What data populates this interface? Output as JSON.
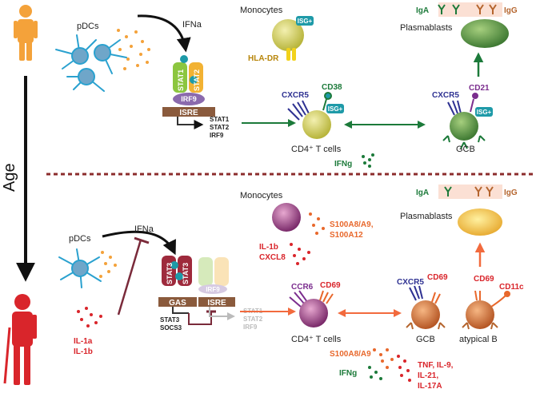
{
  "left": {
    "age_label": "Age"
  },
  "colors": {
    "young_person": "#f4a23a",
    "old_person": "#d9252b",
    "green_arrow": "#1c7a3a",
    "orange_arrow": "#f26a3d",
    "divider": "#8b2c2c",
    "blue_receptor": "#2e3192",
    "purple_receptor": "#7b2d8e",
    "orange_text": "#e8682c",
    "red_text": "#d9252b",
    "teal": "#1e9aa8"
  },
  "top": {
    "pdcs": "pDCs",
    "ifna": "IFNa",
    "stat1": "STAT1",
    "stat2": "STAT2",
    "irf9": "IRF9",
    "isre": "ISRE",
    "gene_list": [
      "STAT1",
      "STAT2",
      "IRF9"
    ],
    "monocytes": "Monocytes",
    "isg_monocyte": "ISG+",
    "hla_dr": "HLA-DR",
    "cxcr5_t": "CXCR5",
    "cd38": "CD38",
    "isg_t": "ISG+",
    "cd4_t": "CD4⁺ T cells",
    "ifng": "IFNg",
    "cxcr5_gcb": "CXCR5",
    "cd21": "CD21",
    "isg_gcb": "ISG+",
    "gcb": "GCB",
    "plasmablasts": "Plasmablasts",
    "iga": "IgA",
    "igg": "IgG"
  },
  "bottom": {
    "pdcs": "pDCs",
    "ifna": "IFNa",
    "stat3_a": "STAT3",
    "stat3_b": "STAT3",
    "gas": "GAS",
    "isre": "ISRE",
    "irf9": "IRF9",
    "gene_list_faded": [
      "STAT1",
      "STAT2",
      "IRF9"
    ],
    "gene_list_active": [
      "STAT3",
      "SOCS3"
    ],
    "il1": [
      "IL-1a",
      "IL-1b"
    ],
    "monocytes": "Monocytes",
    "s100": [
      "S100A8/A9,",
      "S100A12"
    ],
    "il1b_cxcl8": [
      "IL-1b",
      "CXCL8"
    ],
    "ccr6": "CCR6",
    "cd69_t": "CD69",
    "cd4_t": "CD4⁺ T cells",
    "cxcr5_gcb": "CXCR5",
    "cd69_gcb": "CD69",
    "gcb": "GCB",
    "cd69_ab": "CD69",
    "cd11c": "CD11c",
    "atypical_b": "atypical B",
    "plasmablasts": "Plasmablasts",
    "iga": "IgA",
    "igg": "IgG",
    "s100_t": "S100A8/A9",
    "ifng": "IFNg",
    "cytokines": [
      "TNF, IL-9,",
      "IL-21,",
      "IL-17A"
    ]
  }
}
